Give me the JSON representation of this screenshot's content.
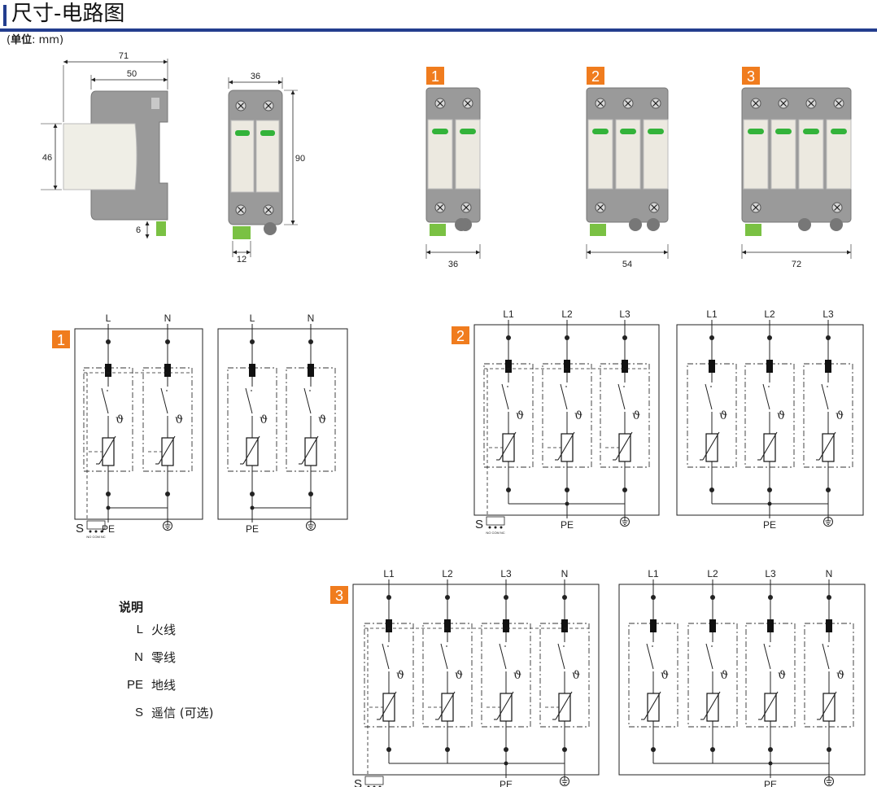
{
  "header": {
    "title": "尺寸-电路图",
    "accent": "#233d8e"
  },
  "unit": {
    "label": "单位",
    "value": "mm"
  },
  "dims": {
    "side_width": "71",
    "side_depth": "50",
    "side_height": "46",
    "rail": "6",
    "front_width": "36",
    "front_height": "90",
    "terminal": "12"
  },
  "modules": [
    {
      "badge": "1",
      "width": "36"
    },
    {
      "badge": "2",
      "width": "54"
    },
    {
      "badge": "3",
      "width": "72"
    }
  ],
  "circuits": {
    "c1_remote": {
      "poles": [
        "L",
        "N"
      ],
      "bottom_left": "PE"
    },
    "c1_plain": {
      "poles": [
        "L",
        "N"
      ],
      "bottom_left": "PE"
    },
    "c2_remote": {
      "poles": [
        "L1",
        "L2",
        "L3"
      ],
      "bottom_mid": "PE"
    },
    "c2_plain": {
      "poles": [
        "L1",
        "L2",
        "L3"
      ],
      "bottom_mid": "PE"
    },
    "c3_remote": {
      "poles": [
        "L1",
        "L2",
        "L3",
        "N"
      ],
      "bottom_mid": "PE"
    },
    "c3_plain": {
      "poles": [
        "L1",
        "L2",
        "L3",
        "N"
      ],
      "bottom_mid": "PE"
    },
    "s_label": "S",
    "contacts": "NO COM NC",
    "theta": "ϑ"
  },
  "legend": {
    "title": "说明",
    "items": [
      {
        "code": "L",
        "text": "火线"
      },
      {
        "code": "N",
        "text": "零线"
      },
      {
        "code": "PE",
        "text": "地线"
      },
      {
        "code": "S",
        "text": "遥信 (可选)"
      }
    ]
  },
  "colors": {
    "badge": "#f07c1e",
    "body": "#8c8c8c",
    "module": "#ece9e0",
    "window": "#33b33a",
    "terminal": "#7ac143"
  }
}
